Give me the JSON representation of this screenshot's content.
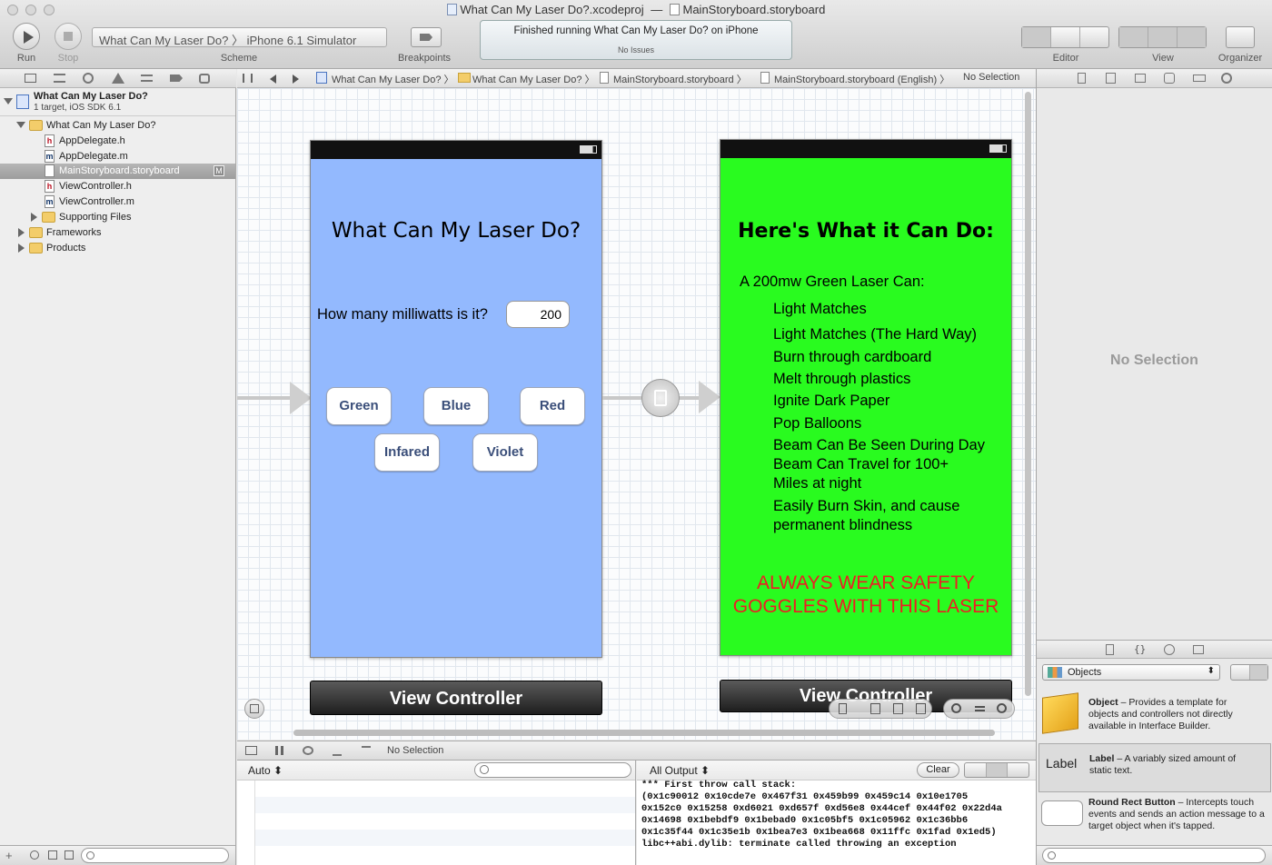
{
  "window": {
    "title_project": "What Can My Laser Do?.xcodeproj",
    "title_sep": "—",
    "title_file": "MainStoryboard.storyboard"
  },
  "toolbar": {
    "run_label": "Run",
    "stop_label": "Stop",
    "scheme_target": "What Can My Laser Do?",
    "scheme_sep": "〉",
    "scheme_device": "iPhone 6.1 Simulator",
    "scheme_label": "Scheme",
    "breakpoints_label": "Breakpoints",
    "status_main": "Finished running What Can My Laser Do? on iPhone",
    "status_sub": "No Issues",
    "editor_label": "Editor",
    "view_label": "View",
    "organizer_label": "Organizer"
  },
  "navigator": {
    "project_name": "What Can My Laser Do?",
    "project_sub": "1 target, iOS SDK 6.1",
    "group": "What Can My Laser Do?",
    "files": [
      {
        "name": "AppDelegate.h",
        "kind": "h"
      },
      {
        "name": "AppDelegate.m",
        "kind": "m"
      },
      {
        "name": "MainStoryboard.storyboard",
        "kind": "sb",
        "badge": "M"
      },
      {
        "name": "ViewController.h",
        "kind": "h"
      },
      {
        "name": "ViewController.m",
        "kind": "m"
      }
    ],
    "supporting": "Supporting Files",
    "frameworks": "Frameworks",
    "products": "Products"
  },
  "jumpbar": {
    "crumbs": [
      "What Can My Laser Do?",
      "What Can My Laser Do?",
      "MainStoryboard.storyboard",
      "MainStoryboard.storyboard (English)",
      "No Selection"
    ],
    "sep": "〉"
  },
  "scene1": {
    "title": "What Can My Laser Do?",
    "prompt": "How many milliwatts is it?",
    "field_value": "200",
    "buttons": {
      "green": "Green",
      "blue": "Blue",
      "red": "Red",
      "infared": "Infared",
      "violet": "Violet"
    },
    "controller": "View Controller",
    "bg": "#93b9fe"
  },
  "scene2": {
    "title": "Here's What it Can Do:",
    "heading": "A 200mw Green Laser Can:",
    "items": [
      "Light Matches",
      "Light Matches (The Hard Way)",
      "Burn through cardboard",
      "Melt through plastics",
      "Ignite Dark Paper",
      "Pop Balloons",
      "Beam Can Be Seen During Day",
      "Beam Can Travel for 100+",
      "Miles at night",
      "Easily Burn Skin, and cause",
      "permanent blindness"
    ],
    "warning1": "ALWAYS WEAR SAFETY",
    "warning2": "GOGGLES WITH THIS LASER",
    "controller": "View Controller",
    "bg": "#29fb1f",
    "warning_color": "#ee1c24"
  },
  "debug": {
    "no_selection": "No Selection",
    "auto": "Auto ⬍",
    "all_output": "All Output ⬍",
    "clear": "Clear"
  },
  "console_lines": [
    "*** First throw call stack:",
    "(0x1c90012 0x10cde7e 0x467f31 0x459b99 0x459c14 0x10e1705",
    "0x152c0 0x15258 0xd6021 0xd657f 0xd56e8 0x44cef 0x44f02 0x22d4a",
    "0x14698 0x1bebdf9 0x1bebad0 0x1c05bf5 0x1c05962 0x1c36bb6",
    "0x1c35f44 0x1c35e1b 0x1bea7e3 0x1bea668 0x11ffc 0x1fad 0x1ed5)",
    "libc++abi.dylib: terminate called throwing an exception"
  ],
  "utilities": {
    "no_selection": "No Selection",
    "library_popup": "Objects",
    "items": [
      {
        "title": "Object",
        "desc1": " – Provides a template for",
        "desc2": "objects and controllers not directly",
        "desc3": "available in Interface Builder."
      },
      {
        "title": "Label",
        "thumb": "Label",
        "desc1": " – A variably sized amount of",
        "desc2": "static text.",
        "desc3": ""
      },
      {
        "title": "Round Rect Button",
        "desc1": " – Intercepts touch",
        "desc2": "events and sends an action message to a",
        "desc3": "target object when it's tapped."
      }
    ]
  }
}
